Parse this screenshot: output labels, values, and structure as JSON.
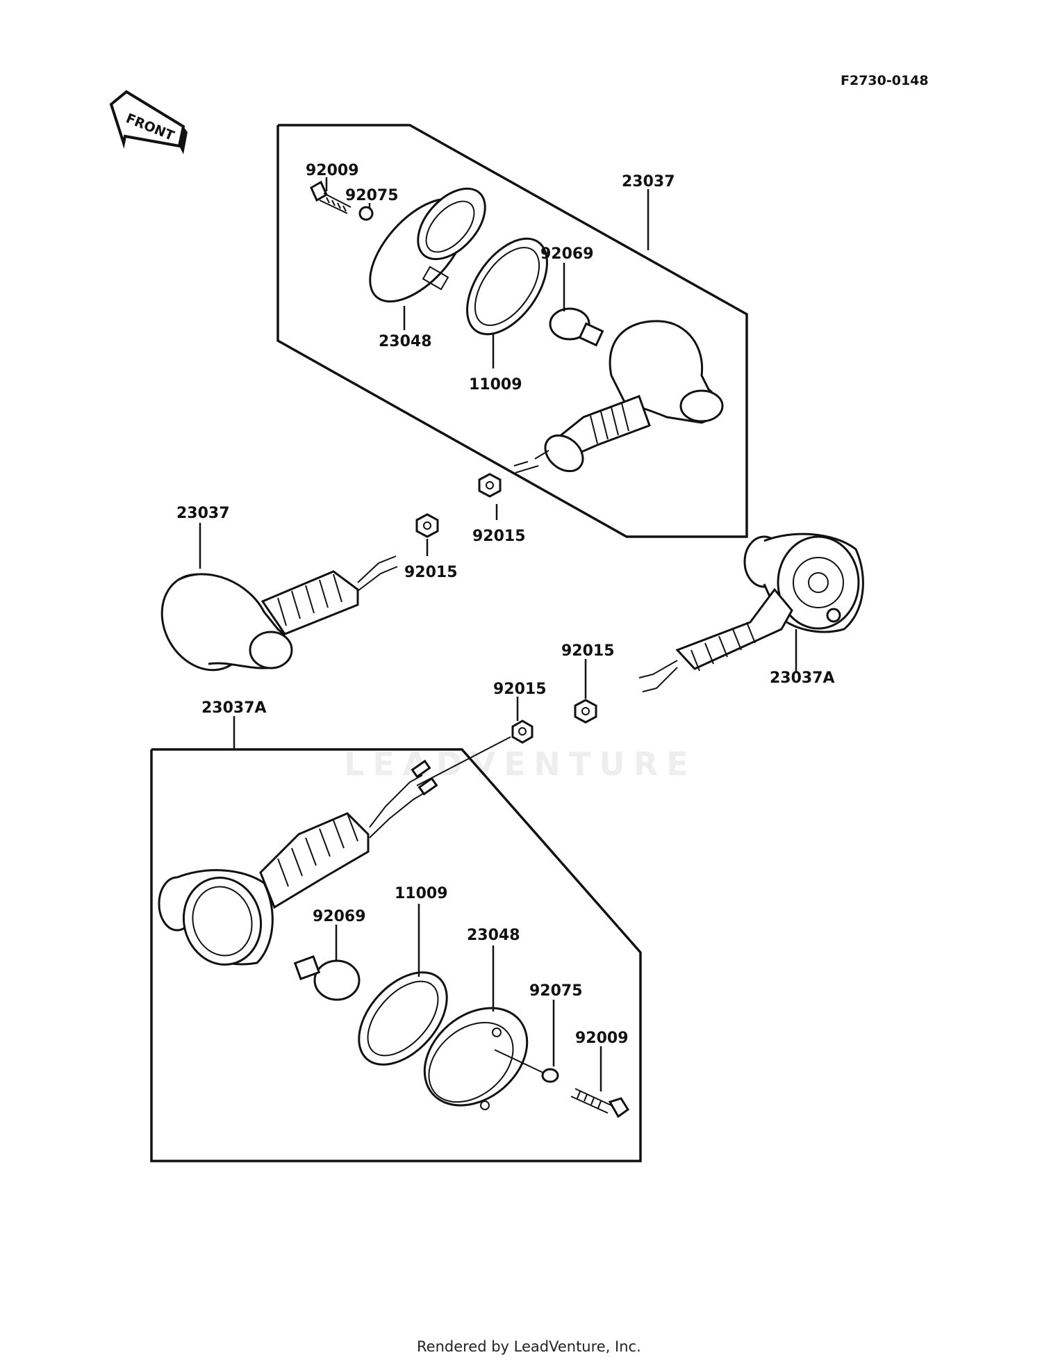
{
  "diagram_code": "F2730-0148",
  "front_label": "FRONT",
  "watermark": "LEADVENTURE",
  "footer": "Rendered by LeadVenture, Inc.",
  "labels": {
    "upper_bolt": "92009",
    "upper_washer": "92075",
    "upper_assembly": "23037",
    "upper_bulb": "92069",
    "upper_lens": "23048",
    "upper_gasket": "11009",
    "upper_nut": "92015",
    "left_assembly": "23037",
    "left_nut": "92015",
    "right_nut": "92015",
    "right_assembly": "23037A",
    "lower_nut": "92015",
    "lower_assembly": "23037A",
    "lower_gasket": "11009",
    "lower_bulb": "92069",
    "lower_lens": "23048",
    "lower_washer": "92075",
    "lower_bolt": "92009"
  }
}
